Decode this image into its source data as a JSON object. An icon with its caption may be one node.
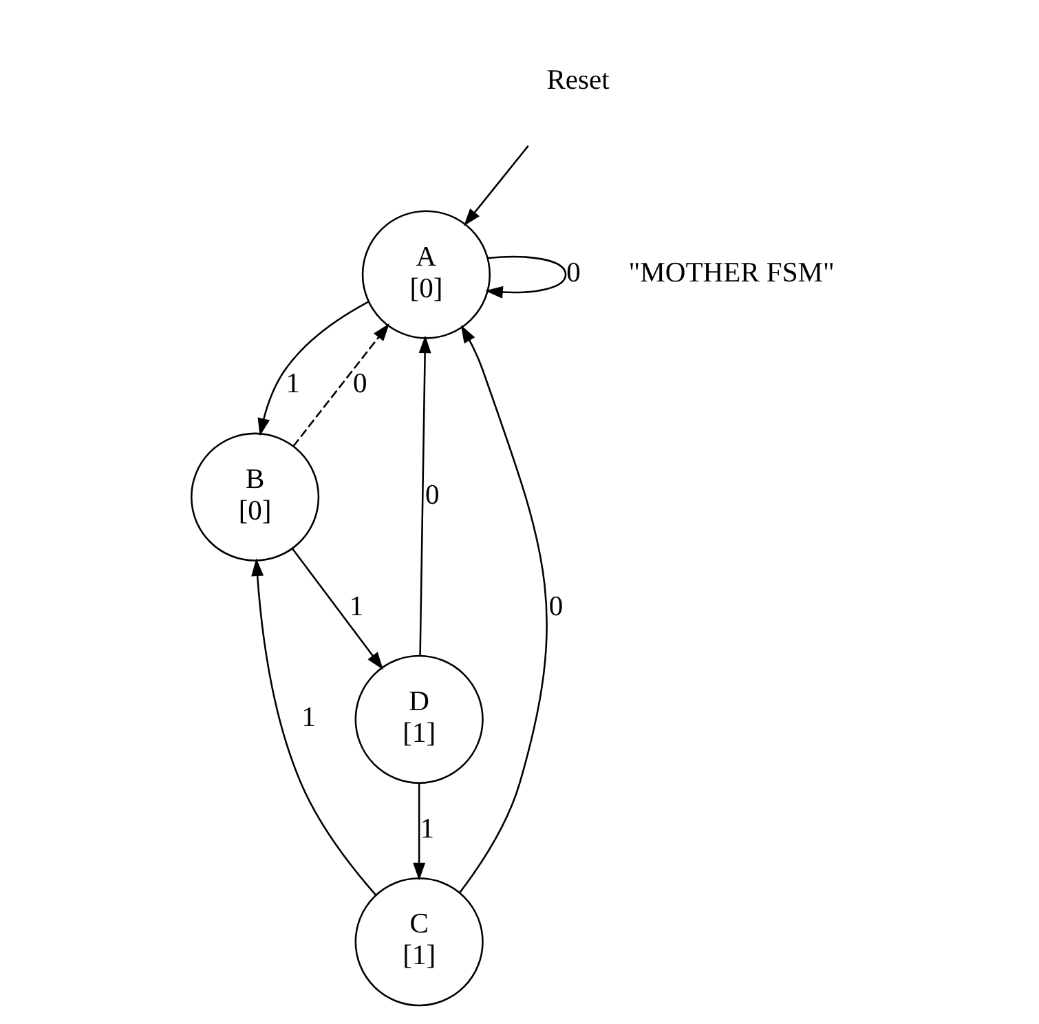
{
  "diagram": {
    "nodes": [
      {
        "text": [
          "Reset"
        ]
      },
      {
        "text": [
          "A",
          "[0]"
        ]
      },
      {
        "text": [
          "B",
          "[0]"
        ]
      },
      {
        "text": [
          "C",
          "[1]"
        ]
      },
      {
        "text": [
          "D",
          "[1]"
        ]
      }
    ],
    "edges": [
      {
        "from": 0,
        "to": 1,
        "arrow": "to"
      },
      {
        "from": 1,
        "to": 1,
        "arrow": "to",
        "label": "0"
      },
      {
        "from": 1,
        "to": 2,
        "arrow": "to",
        "label": "1"
      },
      {
        "from": 2,
        "to": 1,
        "arrow": "to",
        "label": "0",
        "style": "dashed"
      },
      {
        "from": 3,
        "to": 1,
        "arrow": "to",
        "label": "0"
      },
      {
        "from": 3,
        "to": 2,
        "arrow": "to",
        "label": "1"
      },
      {
        "from": 2,
        "to": 4,
        "arrow": "to",
        "label": "1"
      },
      {
        "from": 4,
        "to": 1,
        "arrow": "to",
        "label": "0"
      },
      {
        "from": 4,
        "to": 3,
        "arrow": "to",
        "label": "1"
      }
    ],
    "labels": [
      "\"MOTHER FSM\""
    ]
  }
}
